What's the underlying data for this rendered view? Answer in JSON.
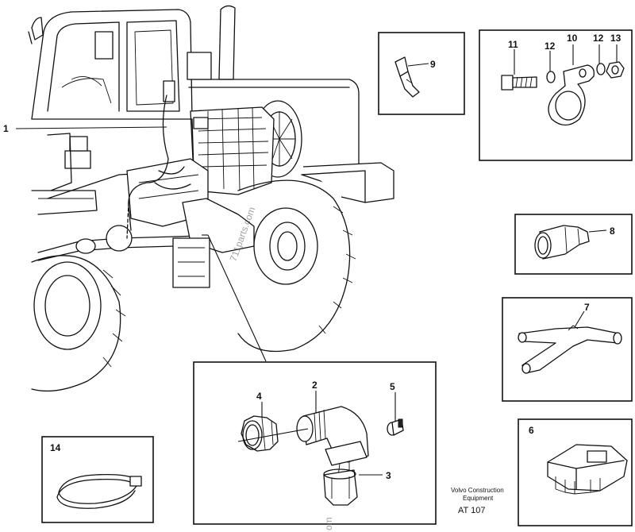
{
  "callouts": {
    "c1": "1",
    "c2": "2",
    "c3": "3",
    "c4": "4",
    "c5": "5",
    "c6": "6",
    "c7": "7",
    "c8": "8",
    "c9": "9",
    "c10": "10",
    "c11": "11",
    "c12": "12",
    "c13": "13",
    "c14": "14"
  },
  "caption": {
    "line1": "Volvo Construction",
    "line2": "Equipment",
    "code": "AT 107"
  },
  "watermark": {
    "text1": "711parts.com",
    "text2": "om"
  },
  "colors": {
    "ink": "#111111",
    "paper": "#ffffff"
  }
}
